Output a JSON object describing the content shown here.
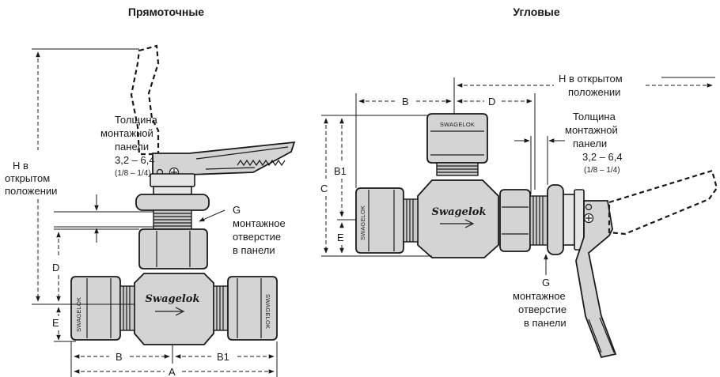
{
  "left": {
    "title": "Прямоточные",
    "panel_thickness": [
      "Толщина",
      "монтажной",
      "панели",
      "3,2 – 6,4",
      "(1/8 – 1/4)"
    ],
    "h_open": [
      "H в",
      "открытом",
      "положении"
    ],
    "mount_hole": [
      "G",
      "монтажное",
      "отверстие",
      "в панели"
    ],
    "dim_d": "D",
    "dim_e": "E",
    "dim_b": "B",
    "dim_b1": "B1",
    "dim_a": "A",
    "brand_left": "SWAGELOK",
    "brand_right": "SWAGELOK",
    "logo": "Swagelok"
  },
  "right": {
    "title": "Угловые",
    "h_open": [
      "H в открытом",
      "положении"
    ],
    "dim_b": "B",
    "dim_d": "D",
    "dim_b1": "B1",
    "dim_c": "C",
    "dim_e": "E",
    "panel_thickness": [
      "Толщина",
      "монтажной",
      "панели",
      "3,2 – 6,4",
      "(1/8 – 1/4)"
    ],
    "mount_hole": [
      "G",
      "монтажное",
      "отверстие",
      "в панели"
    ],
    "brand_top": "SWAGELOK",
    "brand_left": "SWAGELOK",
    "logo": "Swagelok"
  },
  "colors": {
    "ink": "#1a1a1a",
    "body": "#d4d4d4",
    "paper": "#ffffff"
  }
}
